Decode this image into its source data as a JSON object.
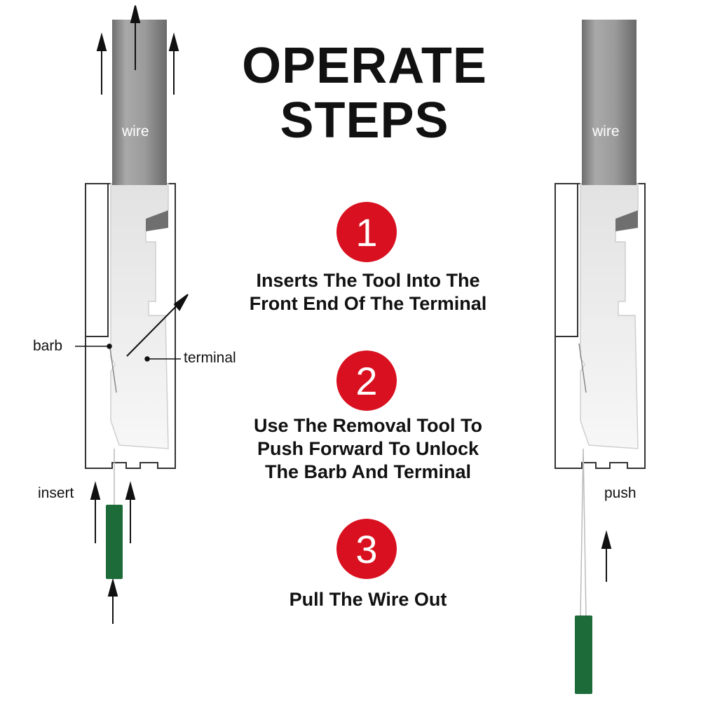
{
  "title": {
    "line1": "OPERATE",
    "line2": "STEPS"
  },
  "steps": [
    {
      "number": "1",
      "text_lines": [
        "Inserts The Tool Into The",
        "Front End Of The Terminal"
      ]
    },
    {
      "number": "2",
      "text_lines": [
        "Use The Removal Tool To",
        "Push Forward To Unlock",
        "The Barb And Terminal"
      ]
    },
    {
      "number": "3",
      "text_lines": [
        "Pull The Wire Out"
      ]
    }
  ],
  "left_diagram": {
    "wire_label": "wire",
    "barb_label": "barb",
    "terminal_label": "terminal",
    "insert_label": "insert"
  },
  "right_diagram": {
    "wire_label": "wire",
    "push_label": "push"
  },
  "colors": {
    "badge": "#d9101f",
    "tool": "#1e6b3a",
    "wire": "#9a9a9a"
  }
}
